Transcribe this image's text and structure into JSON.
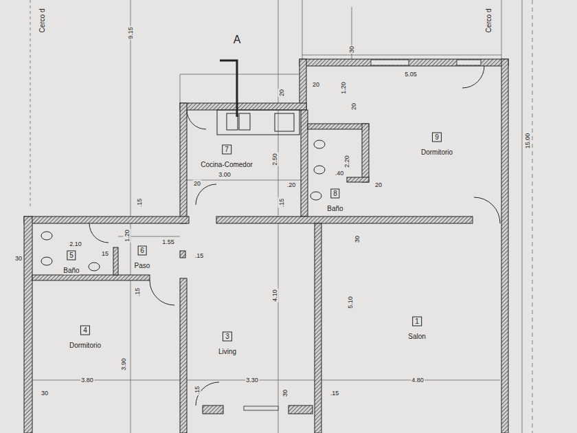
{
  "diagram": {
    "nodes": [
      {
        "text": [
          "1",
          "Salon"
        ]
      },
      {
        "text": [
          "3",
          "Living"
        ]
      },
      {
        "text": [
          "4",
          "Dormitorio"
        ]
      },
      {
        "text": [
          "5",
          "Baño"
        ]
      },
      {
        "text": [
          "6",
          "Paso"
        ]
      },
      {
        "text": [
          "7",
          "Cocina-Comedor"
        ]
      },
      {
        "text": [
          "8",
          "Baño"
        ]
      },
      {
        "text": [
          "9",
          "Dormitorio"
        ]
      }
    ],
    "labels": [
      "Cerco d",
      "Cerco d",
      "A",
      "9.15",
      "30",
      "5.05",
      "20",
      "1.20",
      "20",
      "20",
      "15.00",
      "2.50",
      "3.00",
      "2.20",
      ".40",
      "20",
      ".20",
      "20",
      ".15",
      ".15",
      "30",
      "2.10",
      "1.20",
      "1.55",
      "30",
      "15",
      ".15",
      ".15",
      "4.10",
      "5.10",
      "3.90",
      "3.80",
      "3.30",
      "4.80",
      "30",
      ".15",
      "30",
      ".15"
    ]
  }
}
